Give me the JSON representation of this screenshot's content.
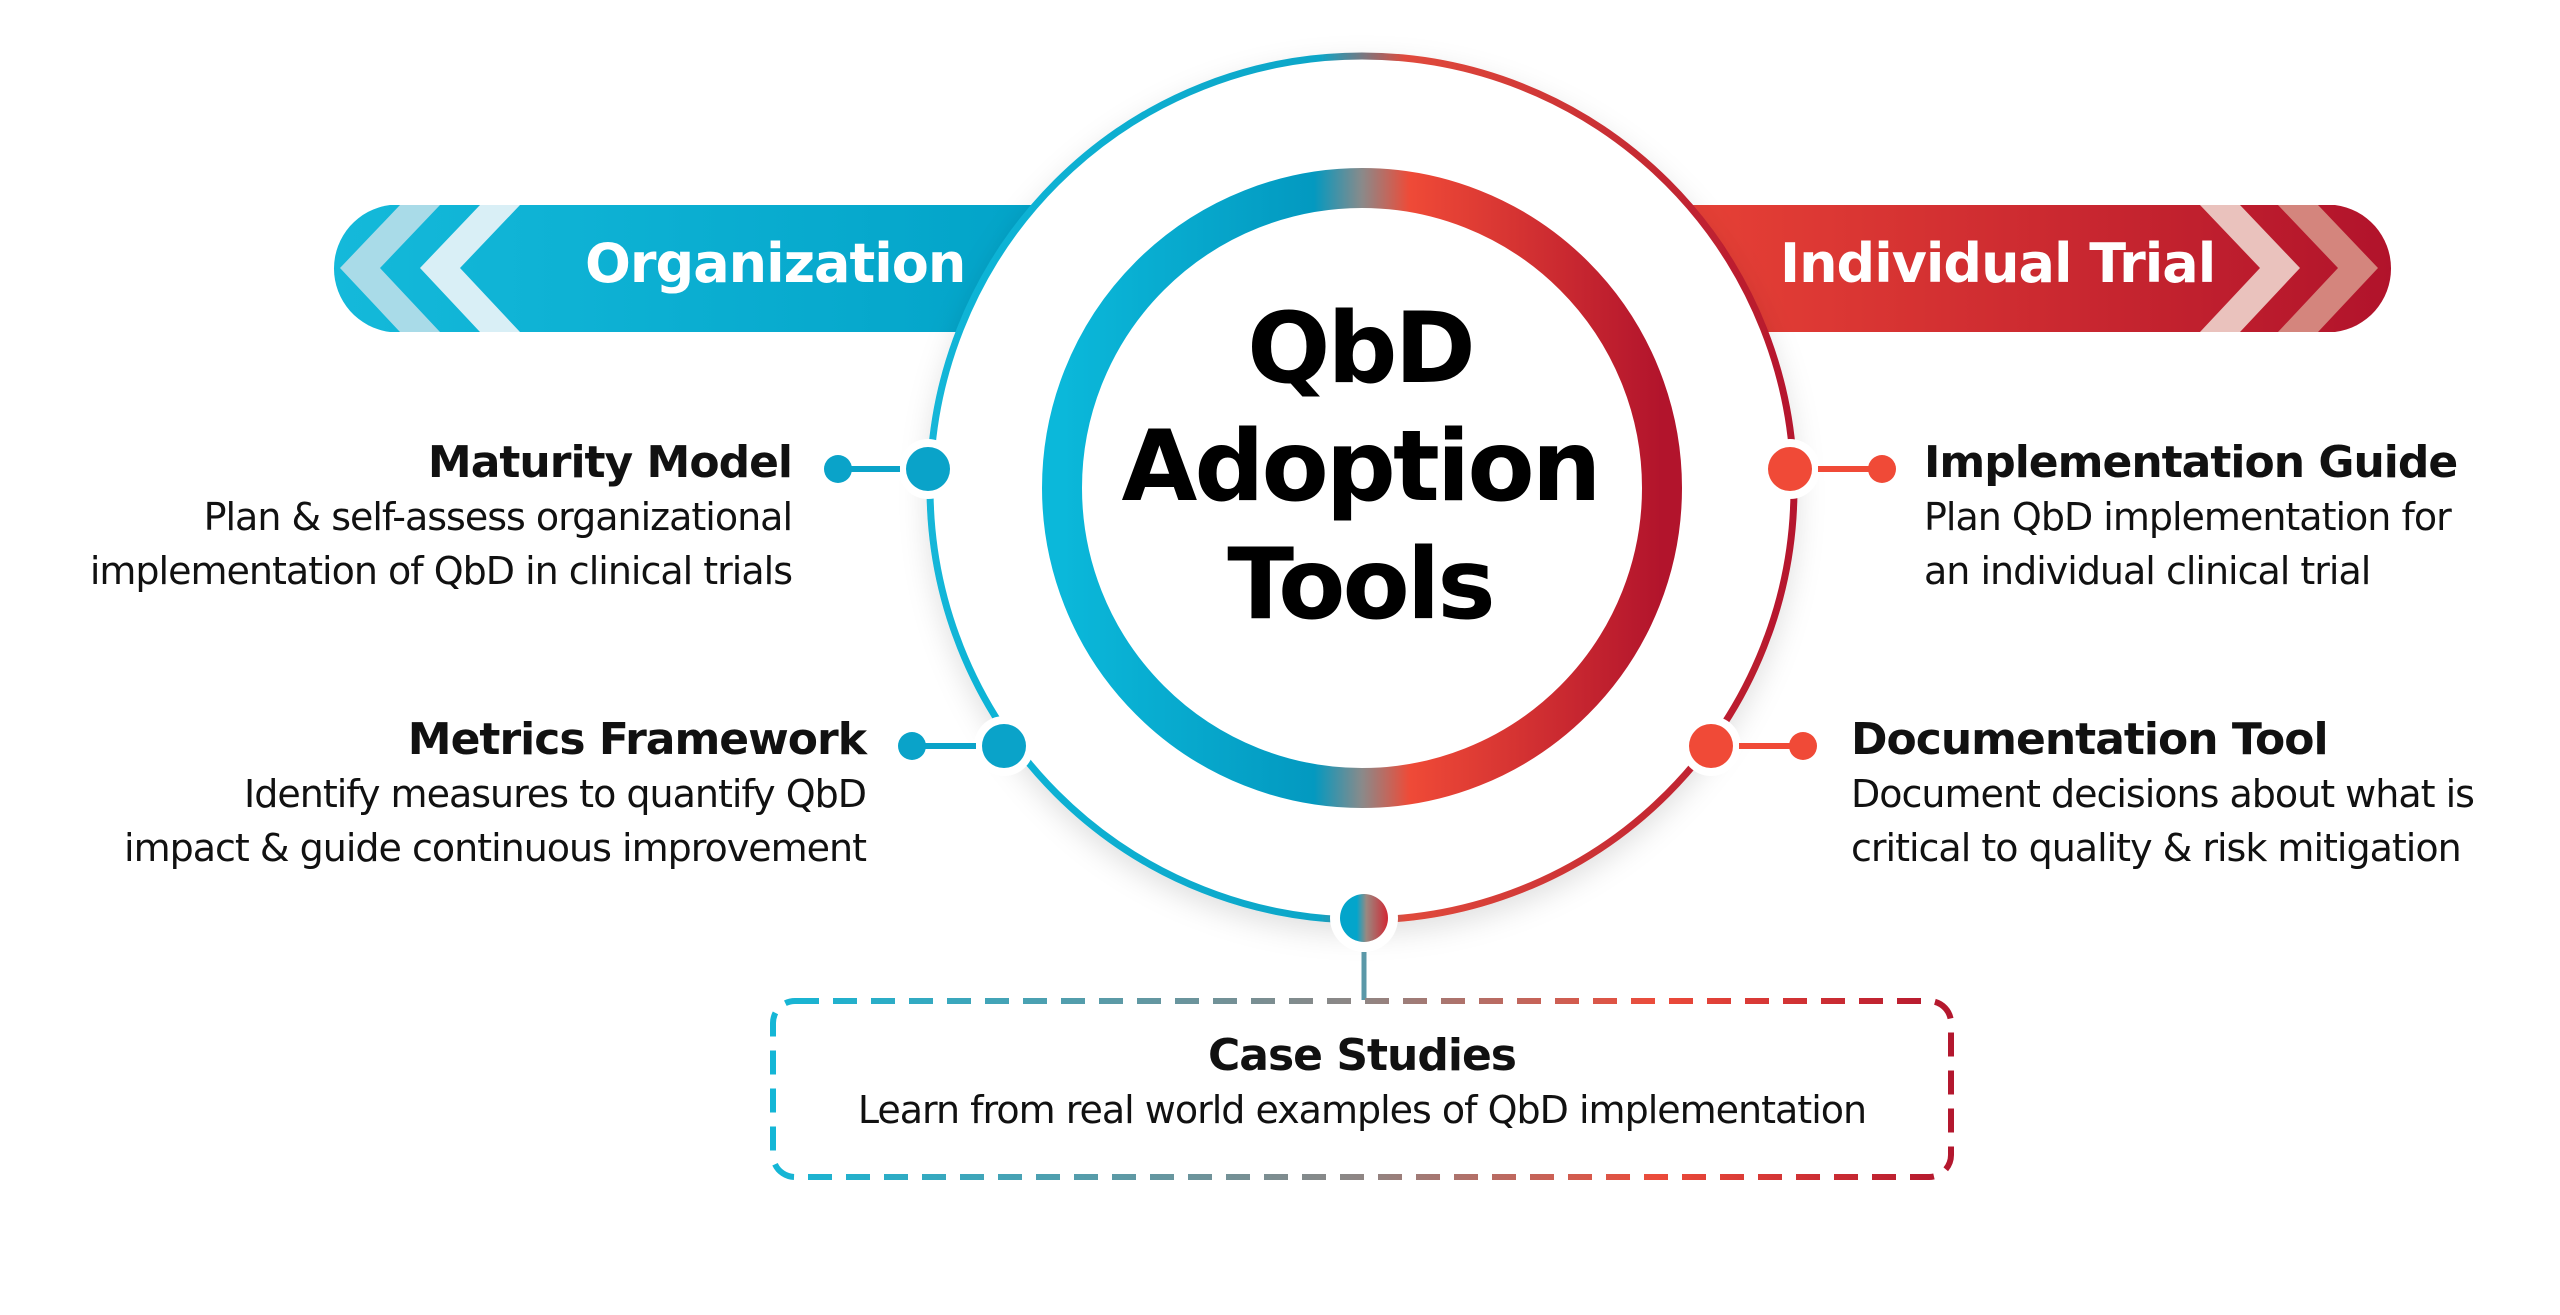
{
  "title": {
    "line1": "QbD",
    "line2": "Adoption",
    "line3": "Tools"
  },
  "banners": {
    "left": {
      "label": "Organization",
      "direction": "left"
    },
    "right": {
      "label": "Individual Trial",
      "direction": "right"
    }
  },
  "colors": {
    "blue": "#00b2d6",
    "blue_dark": "#0096bf",
    "red": "#f04a37",
    "red_dark": "#b3152b",
    "text": "#111111"
  },
  "tools": [
    {
      "side": "left",
      "title": "Maturity Model",
      "desc_line1": "Plan & self-assess organizational",
      "desc_line2": "implementation of QbD in clinical trials"
    },
    {
      "side": "left",
      "title": "Metrics Framework",
      "desc_line1": "Identify measures to quantify QbD",
      "desc_line2": "impact & guide continuous improvement"
    },
    {
      "side": "right",
      "title": "Implementation Guide",
      "desc_line1": "Plan QbD implementation for",
      "desc_line2": "an individual clinical trial"
    },
    {
      "side": "right",
      "title": "Documentation Tool",
      "desc_line1": "Document decisions about what is",
      "desc_line2": "critical to quality & risk mitigation"
    }
  ],
  "case_studies": {
    "title": "Case Studies",
    "desc": "Learn from real world examples of QbD implementation"
  }
}
